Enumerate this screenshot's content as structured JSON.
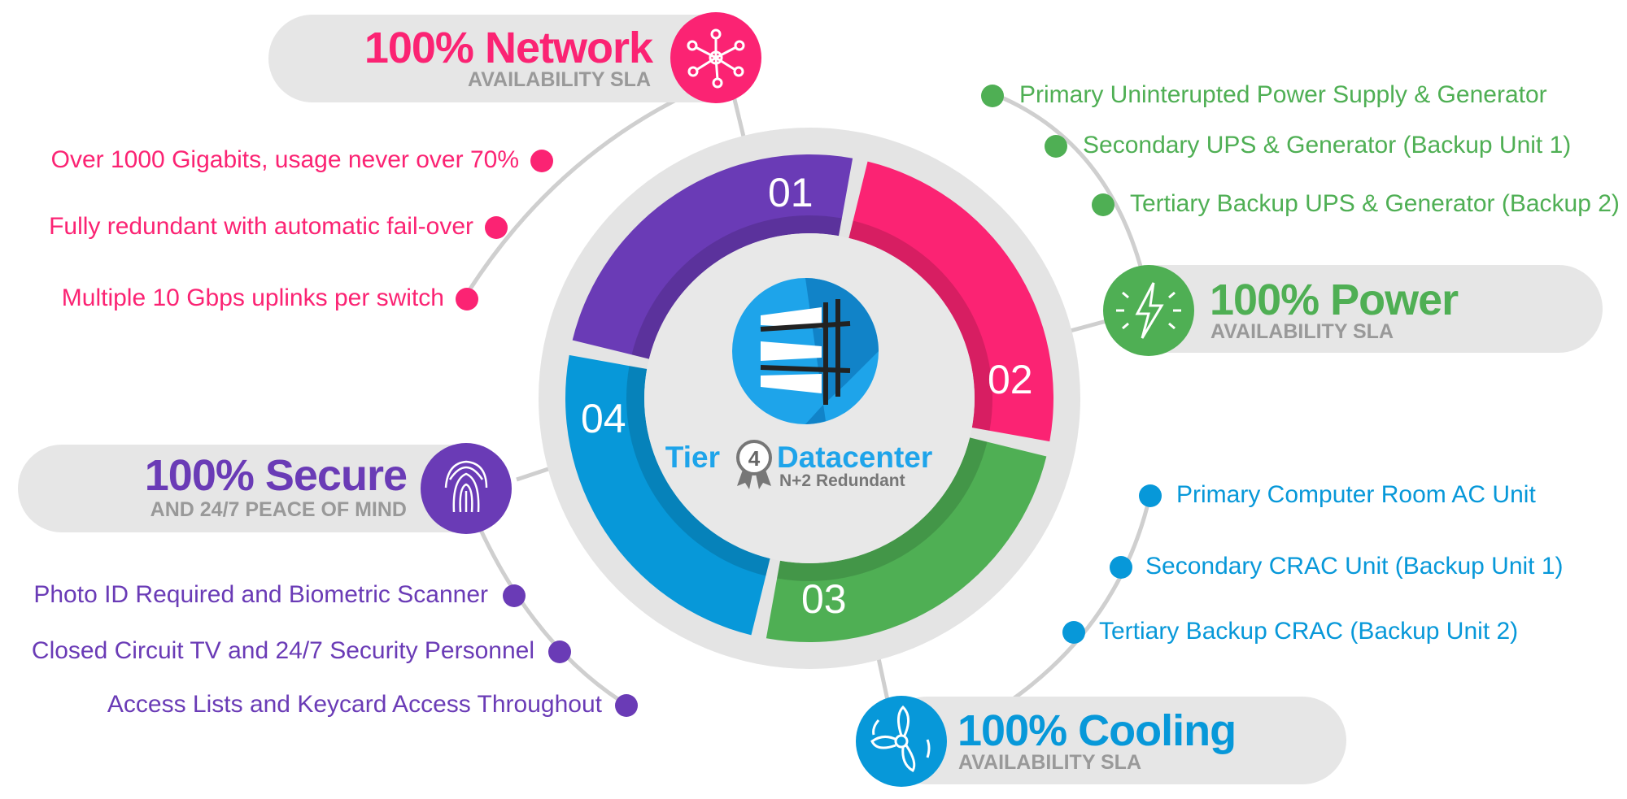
{
  "center": {
    "tier": "Tier",
    "tier_number": "4",
    "datacenter": "Datacenter",
    "redundancy": "N+2 Redundant"
  },
  "segments": [
    {
      "number": "01",
      "color": "#fb2373"
    },
    {
      "number": "02",
      "color": "#4faf54"
    },
    {
      "number": "03",
      "color": "#0798d9"
    },
    {
      "number": "04",
      "color": "#6a3bb6"
    }
  ],
  "network": {
    "title": "100% Network",
    "subtitle": "AVAILABILITY SLA",
    "icon": "network-nodes-icon",
    "color": "#fb2373",
    "bullets": [
      "Over 1000 Gigabits, usage never over 70%",
      "Fully redundant with automatic fail-over",
      "Multiple 10 Gbps uplinks per switch"
    ]
  },
  "power": {
    "title": "100% Power",
    "subtitle": "AVAILABILITY SLA",
    "icon": "lightning-bolt-icon",
    "color": "#4faf54",
    "bullets": [
      "Primary Uninterupted Power Supply & Generator",
      "Secondary UPS & Generator (Backup Unit 1)",
      "Tertiary Backup UPS & Generator (Backup 2)"
    ]
  },
  "cooling": {
    "title": "100% Cooling",
    "subtitle": "AVAILABILITY SLA",
    "icon": "fan-icon",
    "color": "#0798d9",
    "bullets": [
      "Primary Computer Room AC Unit",
      "Secondary CRAC Unit (Backup Unit 1)",
      "Tertiary Backup CRAC (Backup Unit 2)"
    ]
  },
  "secure": {
    "title": "100% Secure",
    "subtitle": "AND 24/7 PEACE OF MIND",
    "icon": "fingerprint-icon",
    "color": "#6a3bb6",
    "bullets": [
      "Photo ID Required and Biometric Scanner",
      "Closed Circuit TV and 24/7 Security Personnel",
      "Access Lists and Keycard Access Throughout"
    ]
  }
}
